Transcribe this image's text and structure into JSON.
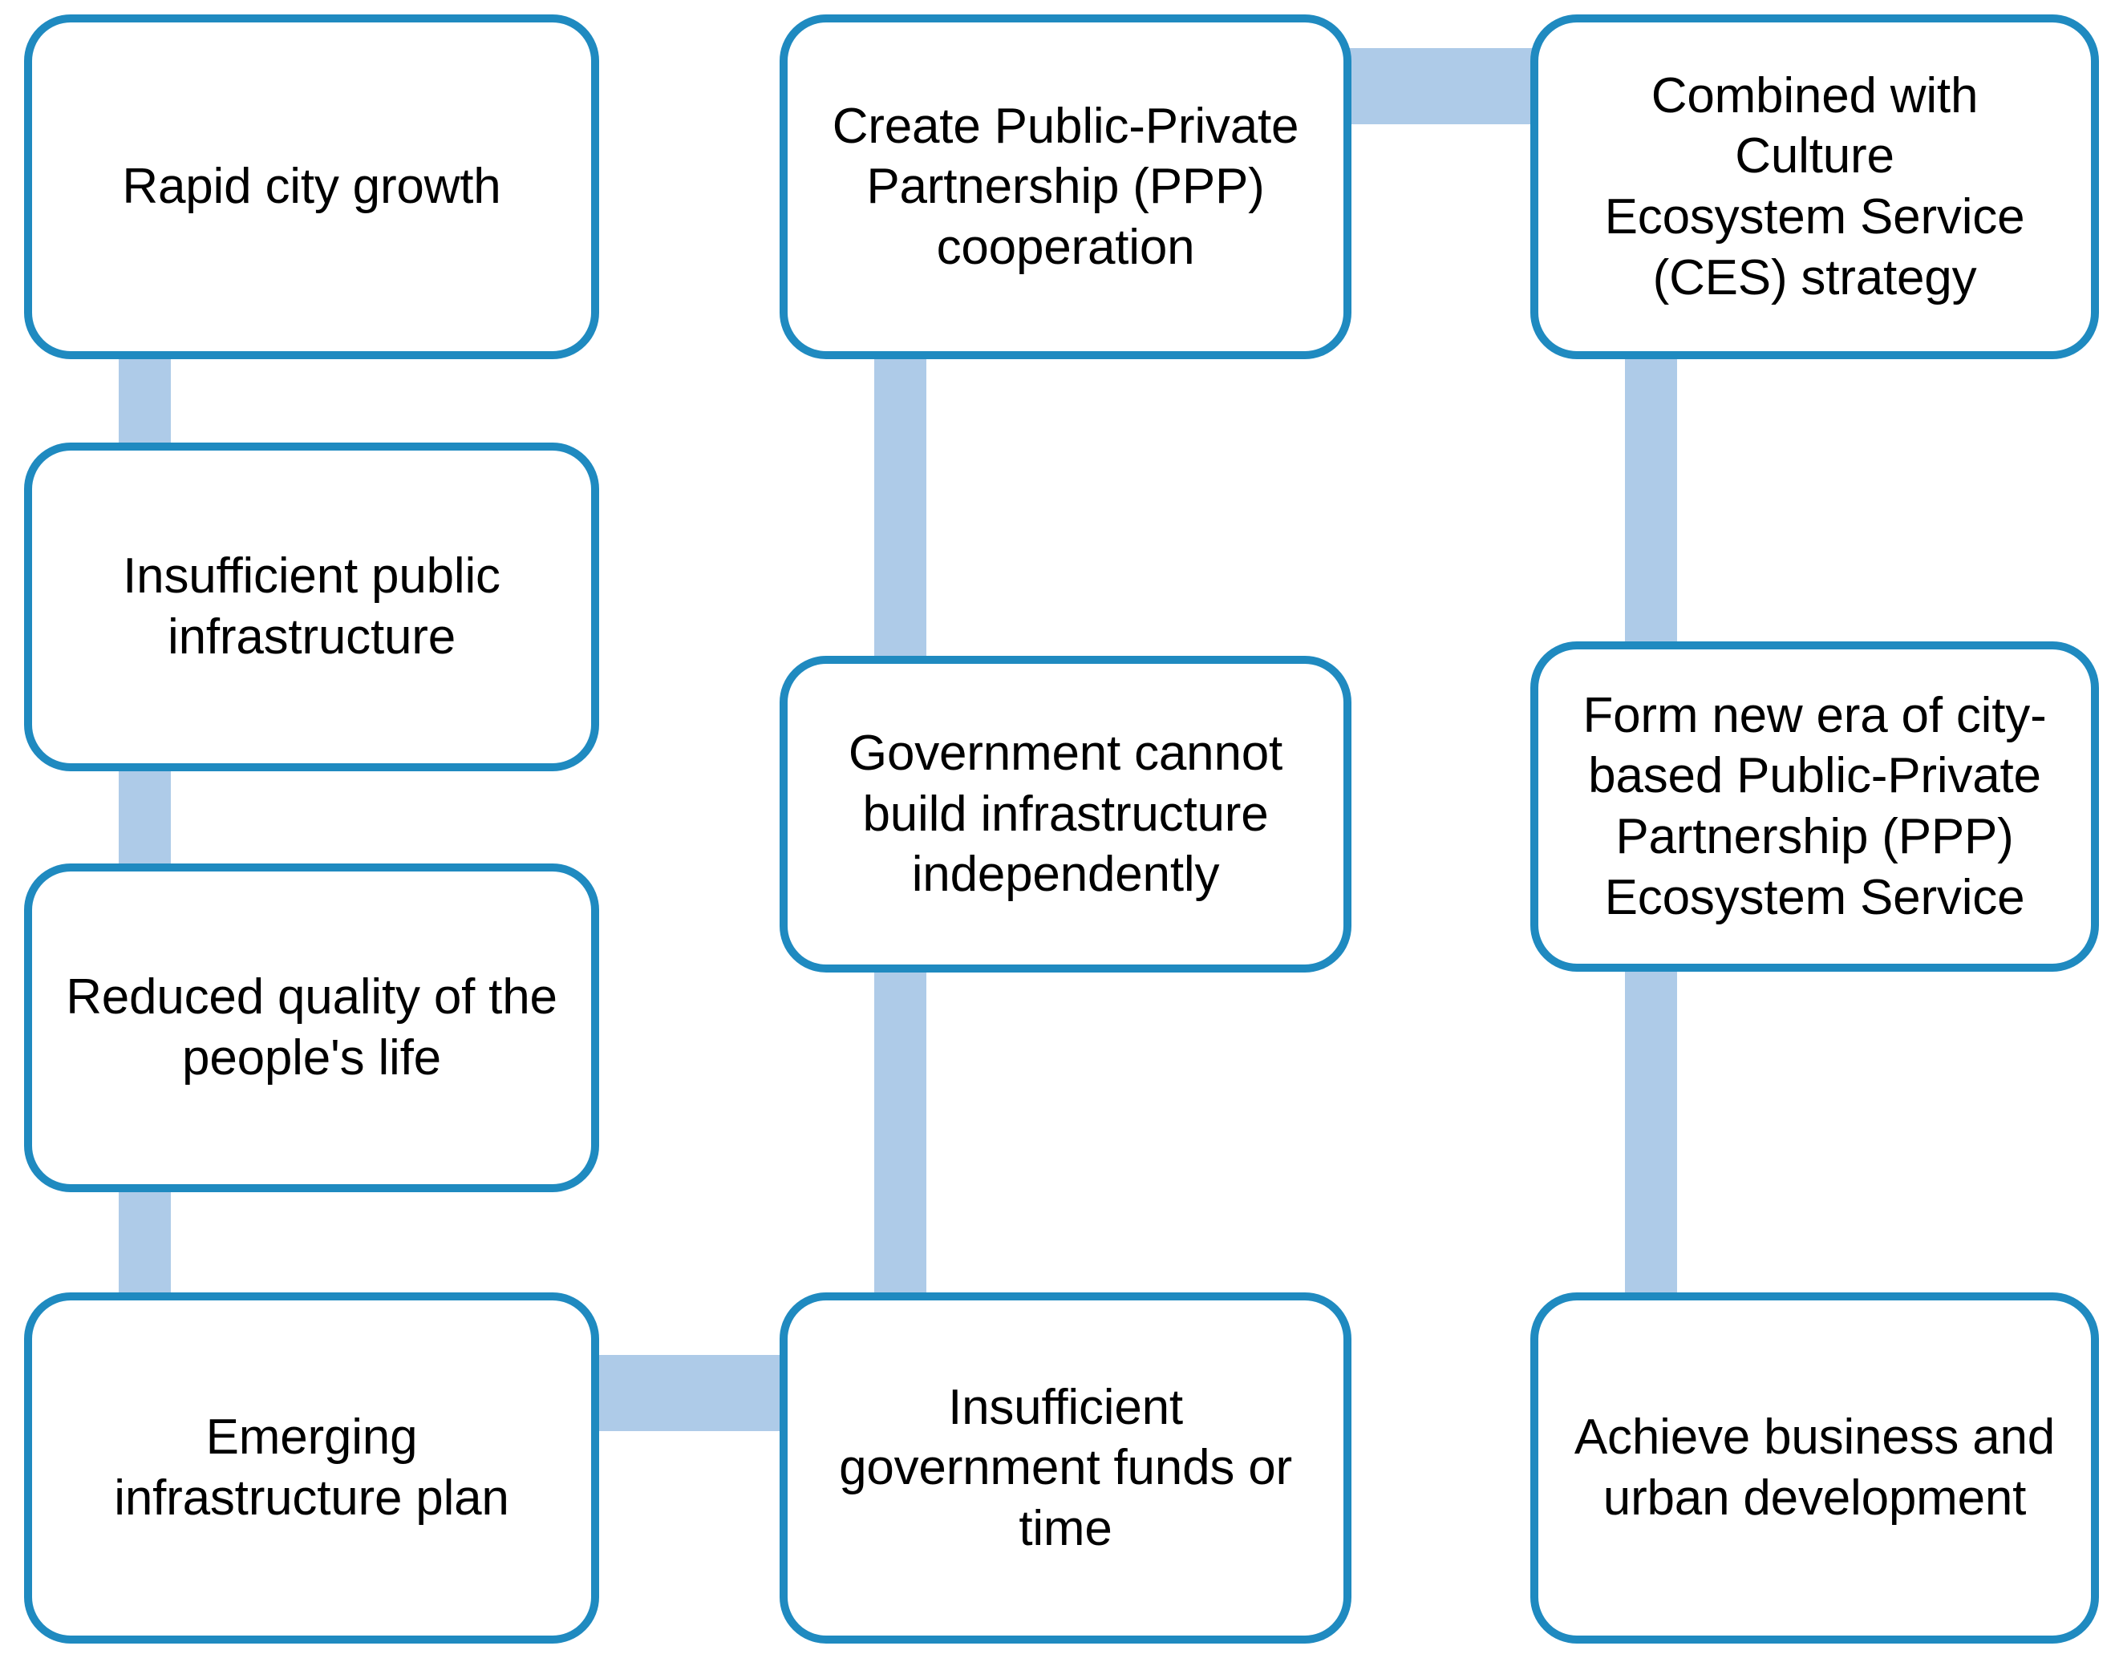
{
  "diagram": {
    "type": "flowchart",
    "title": "",
    "colors": {
      "node_border": "#1f8ac0",
      "node_fill": "#ffffff",
      "connector": "#aecbe8",
      "text": "#000000",
      "background": "#ffffff"
    },
    "columns": [
      {
        "name": "problem-column",
        "nodes": [
          "rapid-city-growth",
          "insufficient-public-infrastructure",
          "reduced-quality-of-life",
          "emerging-infrastructure-plan"
        ]
      },
      {
        "name": "cause-column",
        "nodes": [
          "create-ppp-cooperation",
          "government-cannot-build",
          "insufficient-funds-or-time"
        ]
      },
      {
        "name": "outcome-column",
        "nodes": [
          "combined-with-ces-strategy",
          "form-new-era-ppp-ecosystem",
          "achieve-business-urban-development"
        ]
      }
    ],
    "nodes": [
      {
        "id": "rapid-city-growth",
        "label": "Rapid city growth",
        "column": 1,
        "row": 1
      },
      {
        "id": "insufficient-public-infrastructure",
        "label": "Insufficient public\ninfrastructure",
        "column": 1,
        "row": 2
      },
      {
        "id": "reduced-quality-of-life",
        "label": "Reduced quality of the\npeople's life",
        "column": 1,
        "row": 3
      },
      {
        "id": "emerging-infrastructure-plan",
        "label": "Emerging\ninfrastructure plan",
        "column": 1,
        "row": 4
      },
      {
        "id": "create-ppp-cooperation",
        "label": "Create Public-Private\nPartnership (PPP)\ncooperation",
        "column": 2,
        "row": 1
      },
      {
        "id": "government-cannot-build",
        "label": "Government cannot\nbuild infrastructure\nindependently",
        "column": 2,
        "row": 2
      },
      {
        "id": "insufficient-funds-or-time",
        "label": "Insufficient\ngovernment funds or\ntime",
        "column": 2,
        "row": 4
      },
      {
        "id": "combined-with-ces-strategy",
        "label": "Combined with Culture\nEcosystem Service\n(CES) strategy",
        "column": 3,
        "row": 1
      },
      {
        "id": "form-new-era-ppp-ecosystem",
        "label": "Form new era of city-\nbased Public-Private\nPartnership (PPP)\nEcosystem Service",
        "column": 3,
        "row": 2
      },
      {
        "id": "achieve-business-urban-development",
        "label": "Achieve business and\nurban development",
        "column": 3,
        "row": 4
      }
    ],
    "connectors": [
      {
        "id": "c1",
        "from": "rapid-city-growth",
        "to": "insufficient-public-infrastructure",
        "orientation": "vertical"
      },
      {
        "id": "c2",
        "from": "insufficient-public-infrastructure",
        "to": "reduced-quality-of-life",
        "orientation": "vertical"
      },
      {
        "id": "c3",
        "from": "reduced-quality-of-life",
        "to": "emerging-infrastructure-plan",
        "orientation": "vertical"
      },
      {
        "id": "c4",
        "from": "emerging-infrastructure-plan",
        "to": "insufficient-funds-or-time",
        "orientation": "horizontal"
      },
      {
        "id": "c5",
        "from": "insufficient-funds-or-time",
        "to": "government-cannot-build",
        "orientation": "vertical"
      },
      {
        "id": "c6",
        "from": "government-cannot-build",
        "to": "create-ppp-cooperation",
        "orientation": "vertical"
      },
      {
        "id": "c7",
        "from": "create-ppp-cooperation",
        "to": "combined-with-ces-strategy",
        "orientation": "horizontal"
      },
      {
        "id": "c8",
        "from": "combined-with-ces-strategy",
        "to": "form-new-era-ppp-ecosystem",
        "orientation": "vertical"
      },
      {
        "id": "c9",
        "from": "form-new-era-ppp-ecosystem",
        "to": "achieve-business-urban-development",
        "orientation": "vertical"
      }
    ]
  }
}
